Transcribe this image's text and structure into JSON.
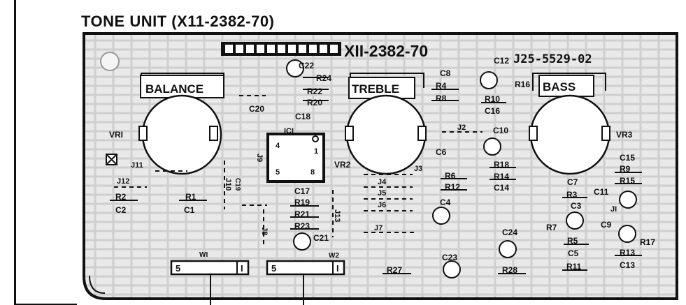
{
  "title": "TONE UNIT (X11-2382-70)",
  "board": {
    "part_number": "XII-2382-70",
    "board_code": "J25-5529-02",
    "pot_labels": [
      "BALANCE",
      "TREBLE",
      "BASS"
    ],
    "pot_refs": [
      "VRI",
      "VR2",
      "VR3"
    ],
    "ic": {
      "name": "ICI",
      "pins": [
        "4",
        "1",
        "5",
        "8"
      ]
    },
    "connectors": [
      {
        "name": "WI",
        "left": "5",
        "right": "I"
      },
      {
        "name": "W2",
        "left": "5",
        "right": "I"
      }
    ],
    "resistors": [
      "R1",
      "R2",
      "R3",
      "R4",
      "R5",
      "R6",
      "R7",
      "R8",
      "R9",
      "R10",
      "R11",
      "R12",
      "R13",
      "R14",
      "R15",
      "R16",
      "R17",
      "R18",
      "R19",
      "R20",
      "R21",
      "R22",
      "R23",
      "R24",
      "R27",
      "R28"
    ],
    "capacitors": [
      "C1",
      "C2",
      "C3",
      "C4",
      "C5",
      "C6",
      "C7",
      "C8",
      "C9",
      "C10",
      "C11",
      "C12",
      "C13",
      "C14",
      "C15",
      "C16",
      "C17",
      "C18",
      "C19",
      "C20",
      "C21",
      "C22",
      "C23",
      "C24"
    ],
    "jumpers": [
      "JI",
      "J2",
      "J3",
      "J4",
      "J5",
      "J6",
      "J7",
      "J8",
      "J9",
      "J10",
      "J11",
      "J12",
      "J13"
    ]
  },
  "colors": {
    "ink": "#111111",
    "board_fill": "#e9e9e9",
    "trace": "#c8c8c8"
  }
}
